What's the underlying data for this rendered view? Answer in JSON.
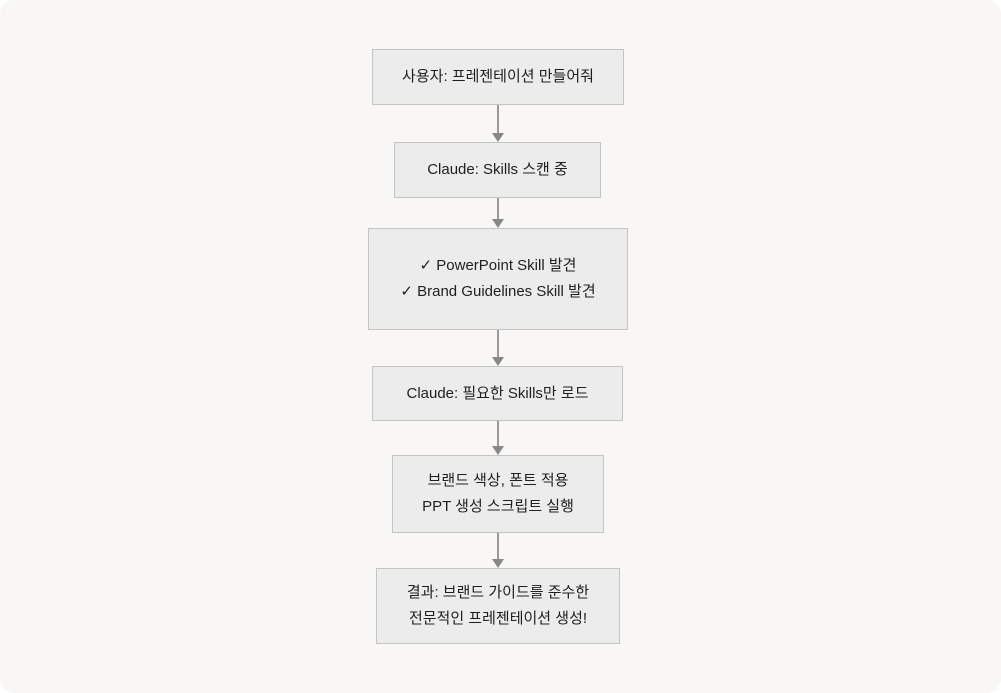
{
  "diagram": {
    "type": "flowchart",
    "orientation": "top-to-bottom",
    "background_color": "#f8f7f5",
    "node_fill_color": "#ececec",
    "node_border_color": "#c4c4c4",
    "connector_color": "#999999",
    "text_color": "#1f1f1f",
    "nodes": [
      {
        "id": "node-1",
        "name": "user-request",
        "label": "사용자: 프레젠테이션 만들어줘"
      },
      {
        "id": "node-2",
        "name": "claude-scanning-skills",
        "label": "Claude: Skills 스캔 중"
      },
      {
        "id": "node-3",
        "name": "skills-discovered",
        "label": "✓ PowerPoint Skill 발견\n✓ Brand Guidelines Skill 발견"
      },
      {
        "id": "node-4",
        "name": "claude-loads-needed-skills",
        "label": "Claude: 필요한 Skills만 로드"
      },
      {
        "id": "node-5",
        "name": "apply-brand-and-run-script",
        "label": "브랜드 색상, 폰트 적용\nPPT 생성 스크립트 실행"
      },
      {
        "id": "node-6",
        "name": "final-result",
        "label": "결과: 브랜드 가이드를 준수한\n전문적인 프레젠테이션 생성!"
      }
    ],
    "edges": [
      {
        "name": "edge-1-to-2",
        "from": "node-1",
        "to": "node-2",
        "label": ""
      },
      {
        "name": "edge-2-to-3",
        "from": "node-2",
        "to": "node-3",
        "label": ""
      },
      {
        "name": "edge-3-to-4",
        "from": "node-3",
        "to": "node-4",
        "label": ""
      },
      {
        "name": "edge-4-to-5",
        "from": "node-4",
        "to": "node-5",
        "label": ""
      },
      {
        "name": "edge-5-to-6",
        "from": "node-5",
        "to": "node-6",
        "label": ""
      }
    ]
  }
}
